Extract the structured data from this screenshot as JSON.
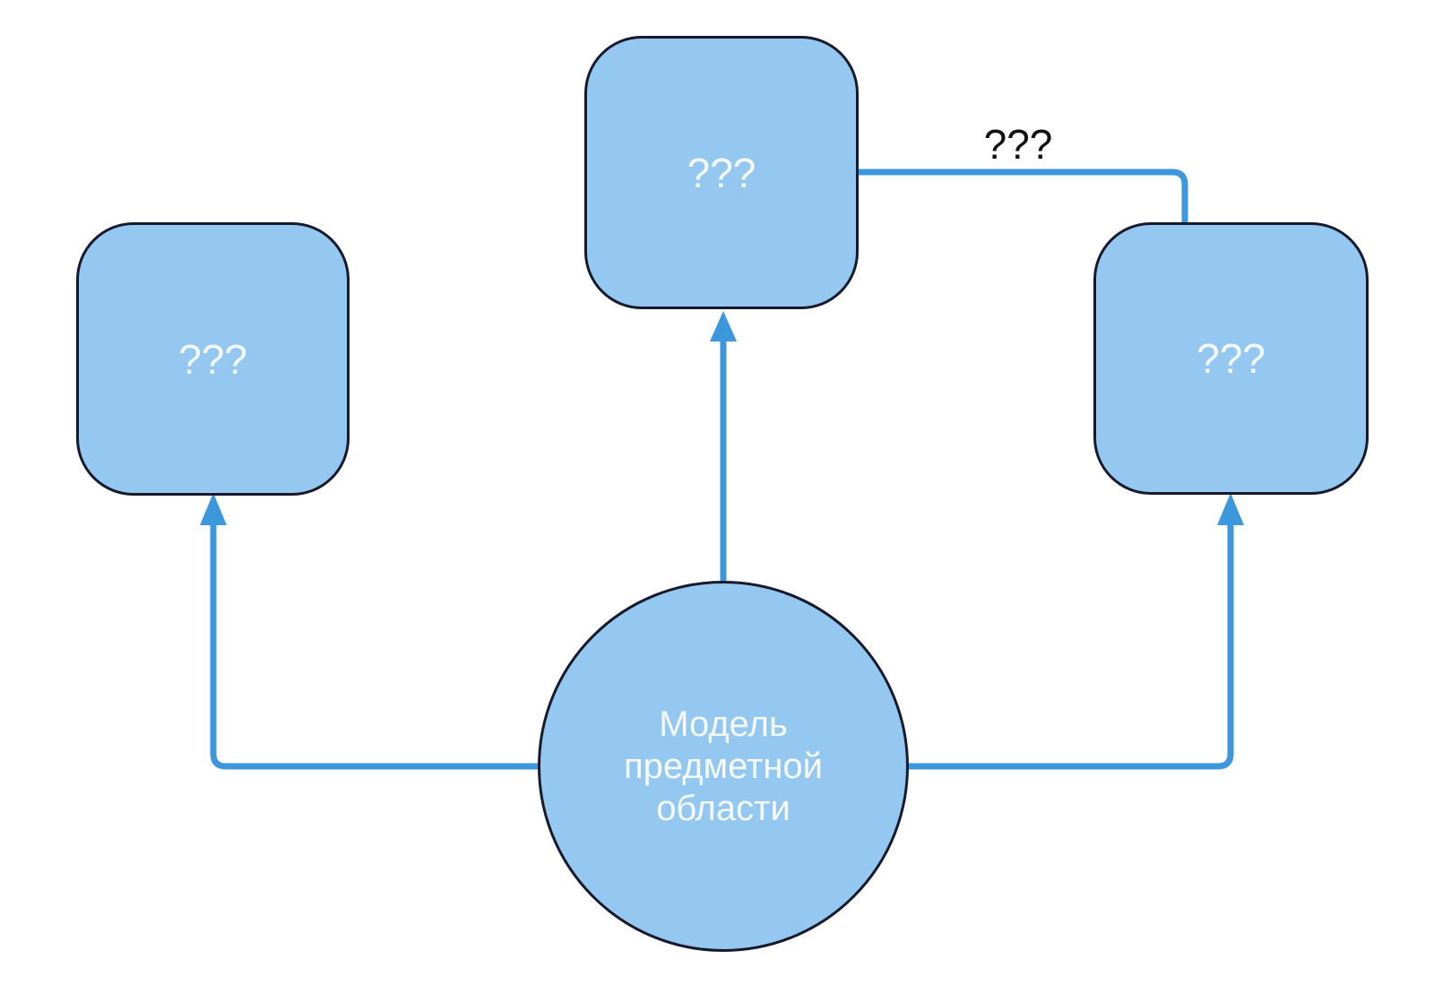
{
  "diagram": {
    "background": "#ffffff",
    "colors": {
      "shape_fill": "#95c8f1",
      "shape_border": "#171a2b",
      "connector": "#3d97dc",
      "shape_text": "#f5fafe",
      "edge_label_text": "#111111"
    },
    "nodes": {
      "left_box": {
        "shape": "rounded-rect",
        "label": "???"
      },
      "top_box": {
        "shape": "rounded-rect",
        "label": "???"
      },
      "right_box": {
        "shape": "rounded-rect",
        "label": "???"
      },
      "center_circle": {
        "shape": "circle",
        "label": "Модель предметной области",
        "lines": [
          "Модель",
          "предметной",
          "области"
        ]
      }
    },
    "edges": {
      "circle_to_left_box": {
        "type": "arrow",
        "from": "center_circle",
        "to": "left_box",
        "label": ""
      },
      "circle_to_top_box": {
        "type": "arrow",
        "from": "center_circle",
        "to": "top_box",
        "label": ""
      },
      "circle_to_right_box": {
        "type": "arrow",
        "from": "center_circle",
        "to": "right_box",
        "label": ""
      },
      "top_box_to_right_box": {
        "type": "line",
        "from": "top_box",
        "to": "right_box",
        "label": "???"
      }
    }
  }
}
